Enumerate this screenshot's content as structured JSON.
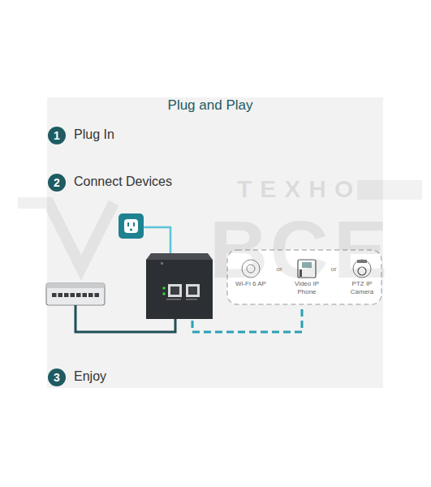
{
  "diagram": {
    "title": "Plug and Play",
    "nodes": [
      {
        "text": [
          "1",
          "Plug In"
        ]
      },
      {
        "text": [
          "2",
          "Connect Devices"
        ]
      },
      {
        "text": [
          "3",
          "Enjoy"
        ]
      },
      {
        "text": [
          "Wi-Fi 6 AP"
        ]
      },
      {
        "text": [
          "Video IP Phone"
        ]
      },
      {
        "text": [
          "PTZ IP Camera"
        ]
      }
    ],
    "labels": [
      "or",
      "or",
      "ТЕХНО",
      "ВСЕ"
    ]
  }
}
